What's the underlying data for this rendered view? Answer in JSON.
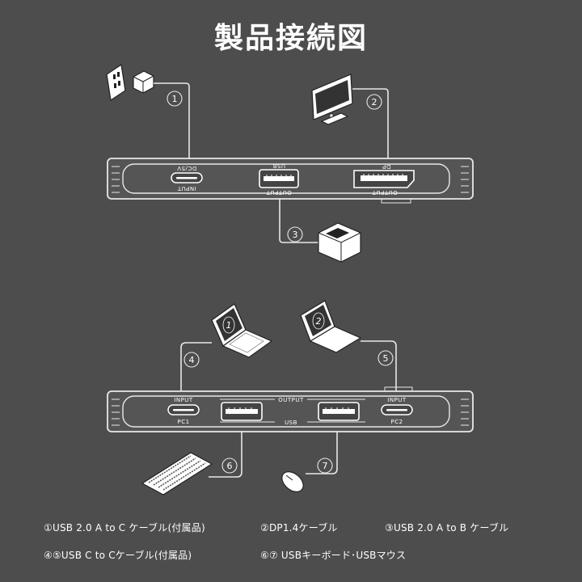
{
  "title": "製品接続図",
  "top_hub": {
    "port_input": {
      "label_top": "DC/5V",
      "label_bottom": "INPUT"
    },
    "port_usb": {
      "label_top": "USB",
      "label_bottom": "OUTPUT"
    },
    "port_dp": {
      "label_top": "DP",
      "label_bottom": "OUTPUT"
    }
  },
  "bottom_hub": {
    "port_pc1": {
      "label_top": "INPUT",
      "label_bottom": "PC1"
    },
    "usb_group": {
      "label_top": "OUTPUT",
      "label_bottom": "USB"
    },
    "port_pc2": {
      "label_top": "INPUT",
      "label_bottom": "PC2"
    }
  },
  "markers": {
    "n1": "①",
    "n2": "②",
    "n3": "③",
    "n4": "④",
    "n5": "⑤",
    "n6": "⑥",
    "n7": "⑦"
  },
  "laptop_labels": {
    "l1": "1",
    "l2": "2"
  },
  "legend": {
    "item1": "①USB 2.0 A to C ケーブル(付属品)",
    "item2": "②DP1.4ケーブル",
    "item3": "③USB 2.0 A to B ケーブル",
    "item4": "④⑤USB C to Cケーブル(付属品)",
    "item5": "⑥⑦ USBキーボード･USBマウス"
  }
}
